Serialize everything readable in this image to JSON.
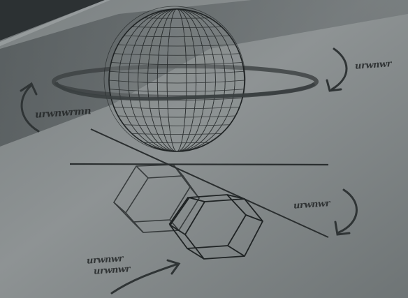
{
  "scene": {
    "subject": "pencil sketch of a wireframe sphere with an orbit ring and two hexagonal prisms on paper",
    "colors": {
      "paper_light": "#8e9394",
      "paper_shadow": "#5d6365",
      "desk_dark": "#2c3133",
      "pencil_stroke": "#1f2324"
    }
  },
  "annotations": {
    "top_right": "urwnwr",
    "left": "urwnwrmn",
    "right": "urwnwr",
    "bottom_left_line1": "urwnwr",
    "bottom_left_line2": "urwnwr"
  }
}
